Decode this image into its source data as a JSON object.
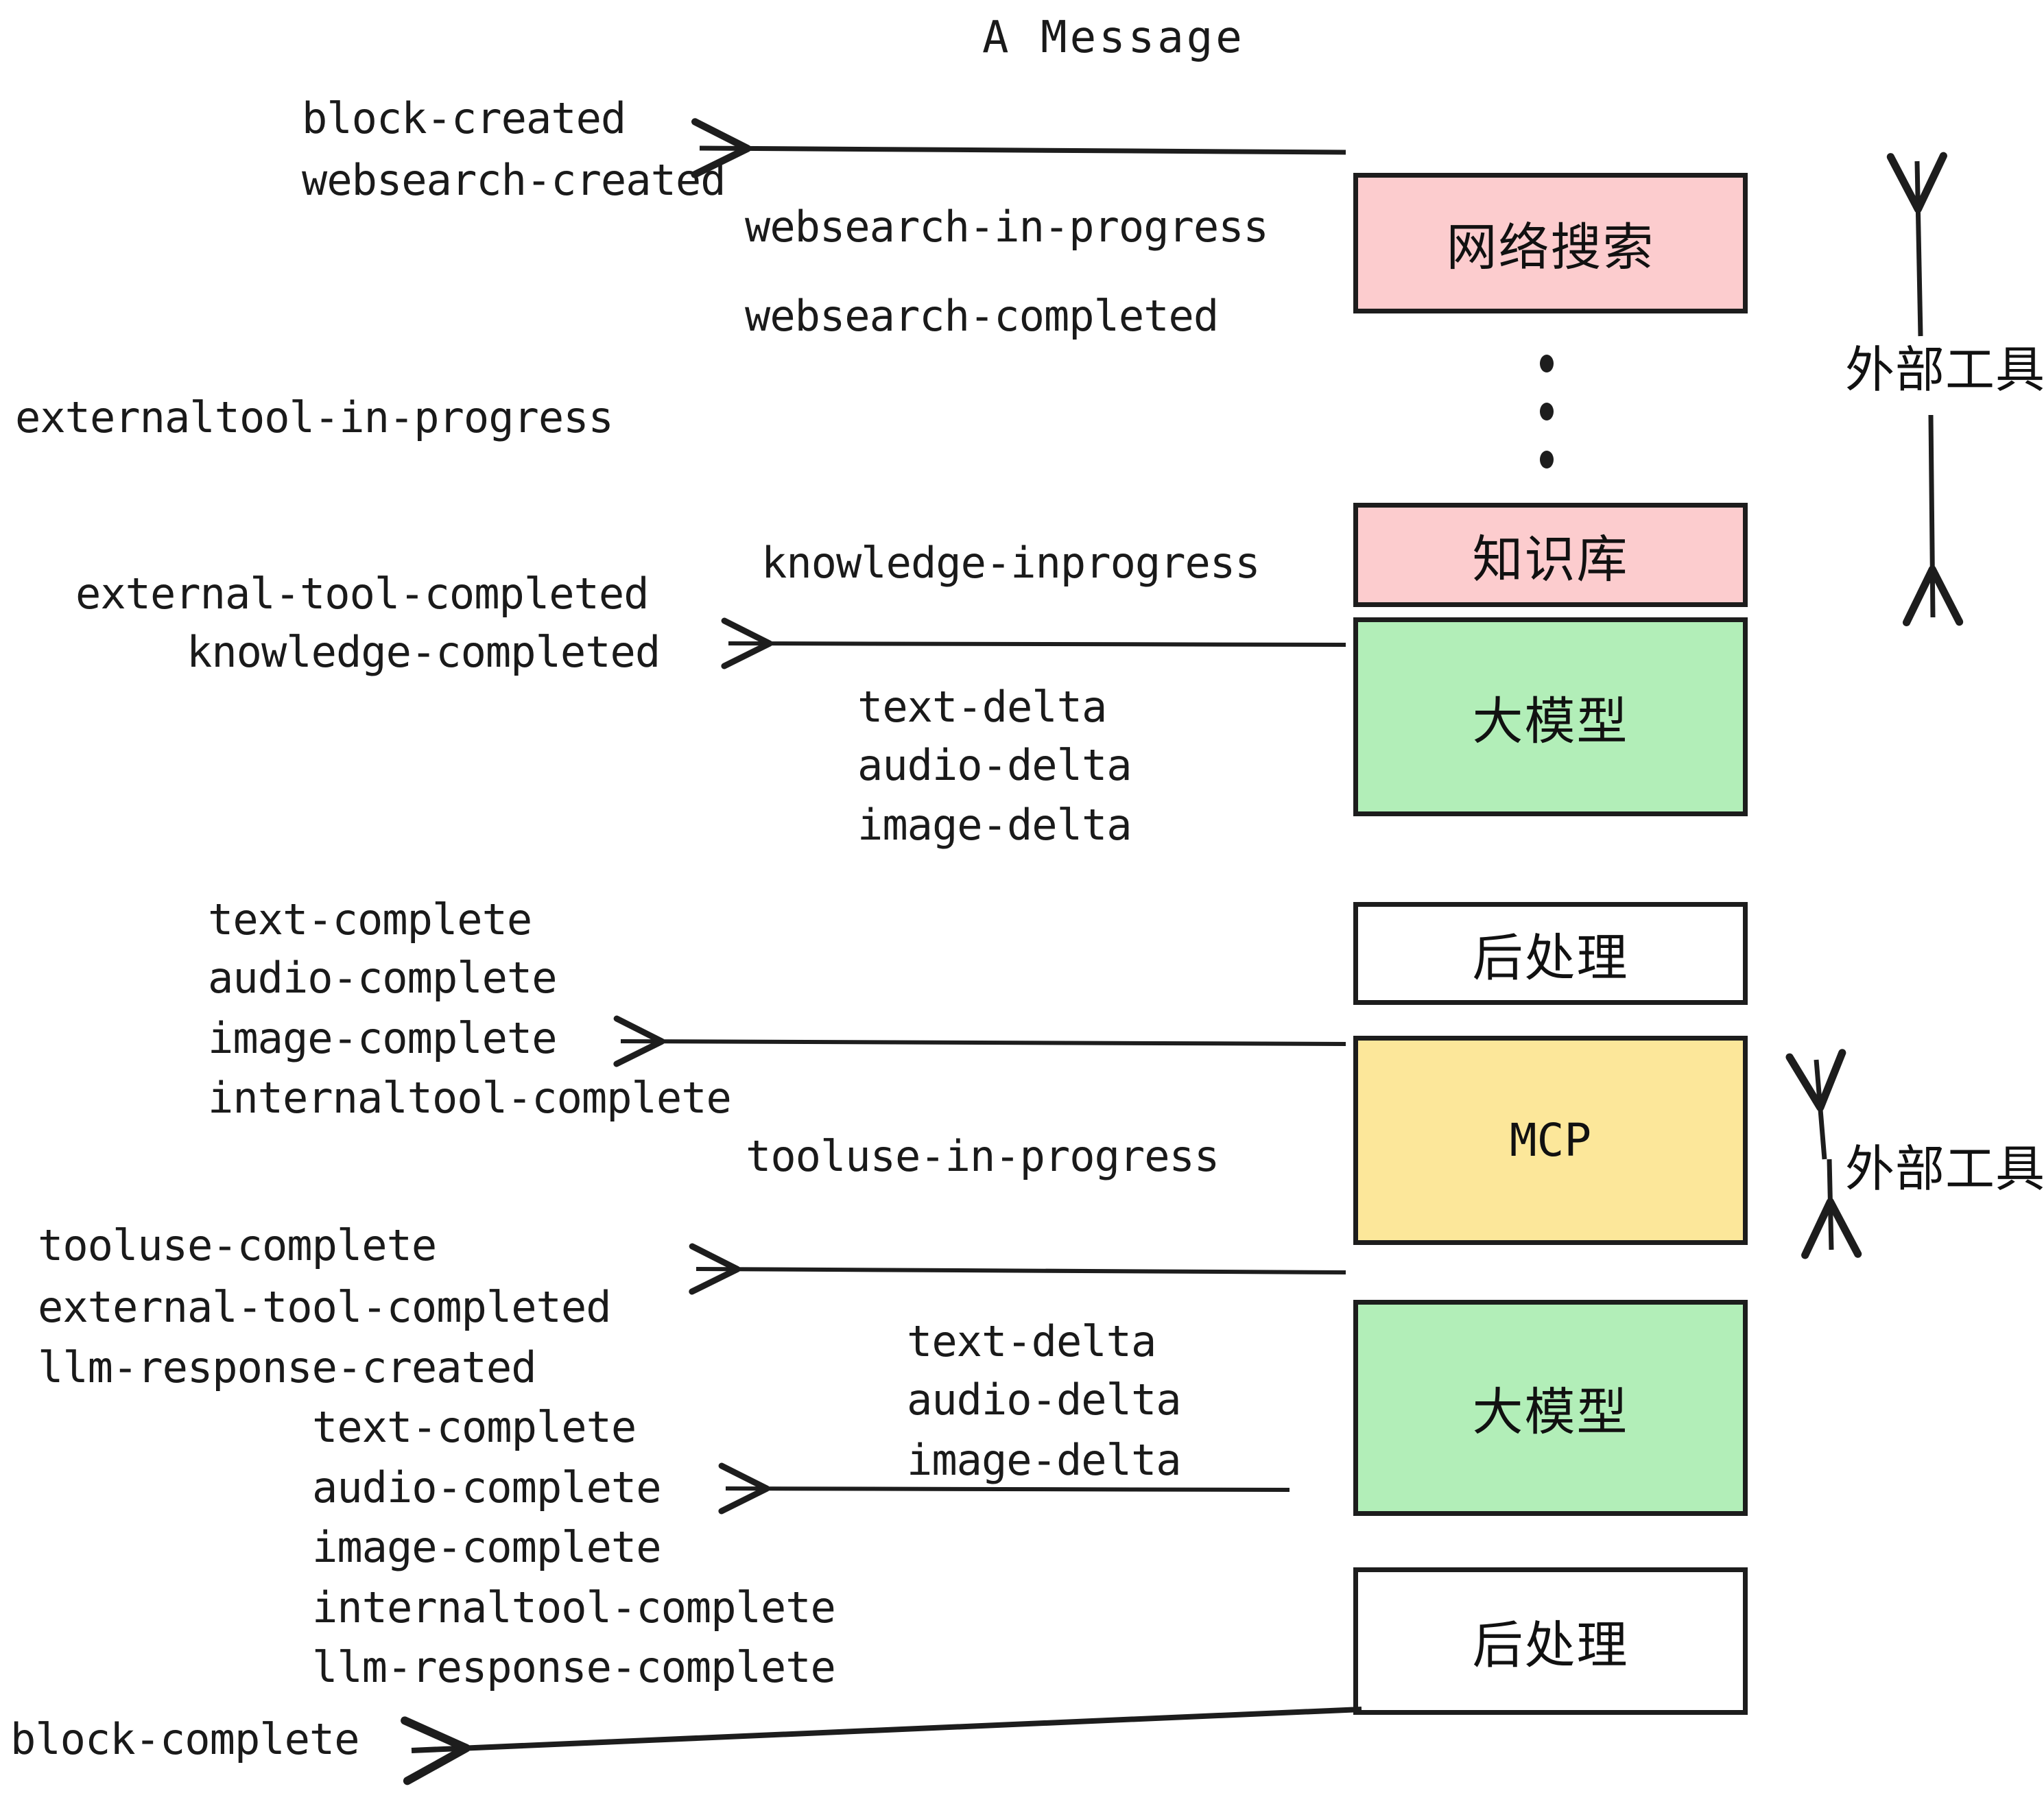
{
  "title": "A Message",
  "colors": {
    "pink": "#fcccce",
    "green": "#b2eeb8",
    "yellow": "#fce79a",
    "white": "#ffffff",
    "stroke": "#1d1d1d",
    "text": "#1a1a1a"
  },
  "boxes": [
    {
      "id": "websearch",
      "label": "网络搜索",
      "fill": "#fcccce",
      "mono": false
    },
    {
      "id": "knowledge",
      "label": "知识库",
      "fill": "#fcccce",
      "mono": false
    },
    {
      "id": "llm-upper",
      "label": "大模型",
      "fill": "#b2eeb8",
      "mono": false
    },
    {
      "id": "postprocess-upper",
      "label": "后处理",
      "fill": "#ffffff",
      "mono": false
    },
    {
      "id": "mcp",
      "label": "MCP",
      "fill": "#fce79a",
      "mono": true
    },
    {
      "id": "llm-lower",
      "label": "大模型",
      "fill": "#b2eeb8",
      "mono": false
    },
    {
      "id": "postprocess-lower",
      "label": "后处理",
      "fill": "#ffffff",
      "mono": false
    }
  ],
  "side_labels": [
    {
      "id": "external-tools-top",
      "label": "外部工具"
    },
    {
      "id": "external-tools-bottom",
      "label": "外部工具"
    }
  ],
  "events": [
    {
      "id": "block-created",
      "text": "block-created"
    },
    {
      "id": "websearch-created",
      "text": "websearch-created"
    },
    {
      "id": "websearch-in-progress",
      "text": "websearch-in-progress"
    },
    {
      "id": "websearch-completed",
      "text": "websearch-completed"
    },
    {
      "id": "externaltool-in-progress",
      "text": "externaltool-in-progress"
    },
    {
      "id": "knowledge-inprogress",
      "text": "knowledge-inprogress"
    },
    {
      "id": "external-tool-completed-1",
      "text": "external-tool-completed"
    },
    {
      "id": "knowledge-completed",
      "text": "knowledge-completed"
    },
    {
      "id": "text-delta-1",
      "text": "text-delta"
    },
    {
      "id": "audio-delta-1",
      "text": "audio-delta"
    },
    {
      "id": "image-delta-1",
      "text": "image-delta"
    },
    {
      "id": "text-complete-1",
      "text": "text-complete"
    },
    {
      "id": "audio-complete-1",
      "text": "audio-complete"
    },
    {
      "id": "image-complete-1",
      "text": "image-complete"
    },
    {
      "id": "internaltool-complete-1",
      "text": "internaltool-complete"
    },
    {
      "id": "tooluse-in-progress",
      "text": "tooluse-in-progress"
    },
    {
      "id": "tooluse-complete",
      "text": "tooluse-complete"
    },
    {
      "id": "external-tool-completed-2",
      "text": "external-tool-completed"
    },
    {
      "id": "llm-response-created",
      "text": "llm-response-created"
    },
    {
      "id": "text-delta-2",
      "text": "text-delta"
    },
    {
      "id": "audio-delta-2",
      "text": "audio-delta"
    },
    {
      "id": "image-delta-2",
      "text": "image-delta"
    },
    {
      "id": "text-complete-2",
      "text": "text-complete"
    },
    {
      "id": "audio-complete-2",
      "text": "audio-complete"
    },
    {
      "id": "image-complete-2",
      "text": "image-complete"
    },
    {
      "id": "internaltool-complete-2",
      "text": "internaltool-complete"
    },
    {
      "id": "llm-response-complete",
      "text": "llm-response-complete"
    },
    {
      "id": "block-complete",
      "text": "block-complete"
    }
  ]
}
